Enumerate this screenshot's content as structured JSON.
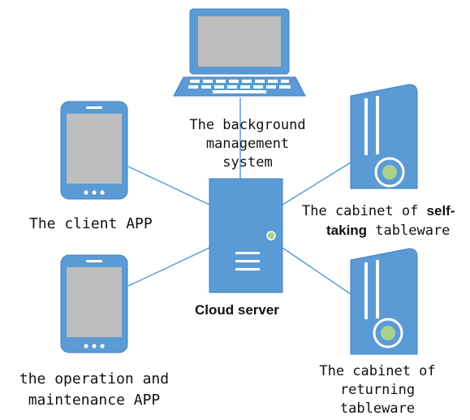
{
  "colors": {
    "device_fill": "#5b9bd5",
    "device_stroke": "#3f7fbf",
    "screen_fill": "#bdbdbd",
    "link_line": "#5b9bd5",
    "accent_dot": "#a9d18e",
    "background": "#ffffff"
  },
  "nodes": {
    "server": {
      "icon": "server-icon",
      "label": "Cloud server"
    },
    "background_system": {
      "icon": "laptop-icon",
      "label_lines": [
        "The background",
        "management",
        "system"
      ]
    },
    "client_app": {
      "icon": "phone-icon",
      "label": "The client APP"
    },
    "om_app": {
      "icon": "phone-icon",
      "label_lines": [
        "the operation and",
        "maintenance APP"
      ]
    },
    "self_taking_cabinet": {
      "icon": "cabinet-icon",
      "label_line1_prefix": "The cabinet of ",
      "label_line1_bold": "self-",
      "label_line2_bold": "taking",
      "label_line2_suffix": " tableware"
    },
    "returning_cabinet": {
      "icon": "cabinet-icon",
      "label_lines": [
        "The cabinet of",
        "returning",
        "tableware"
      ]
    }
  }
}
